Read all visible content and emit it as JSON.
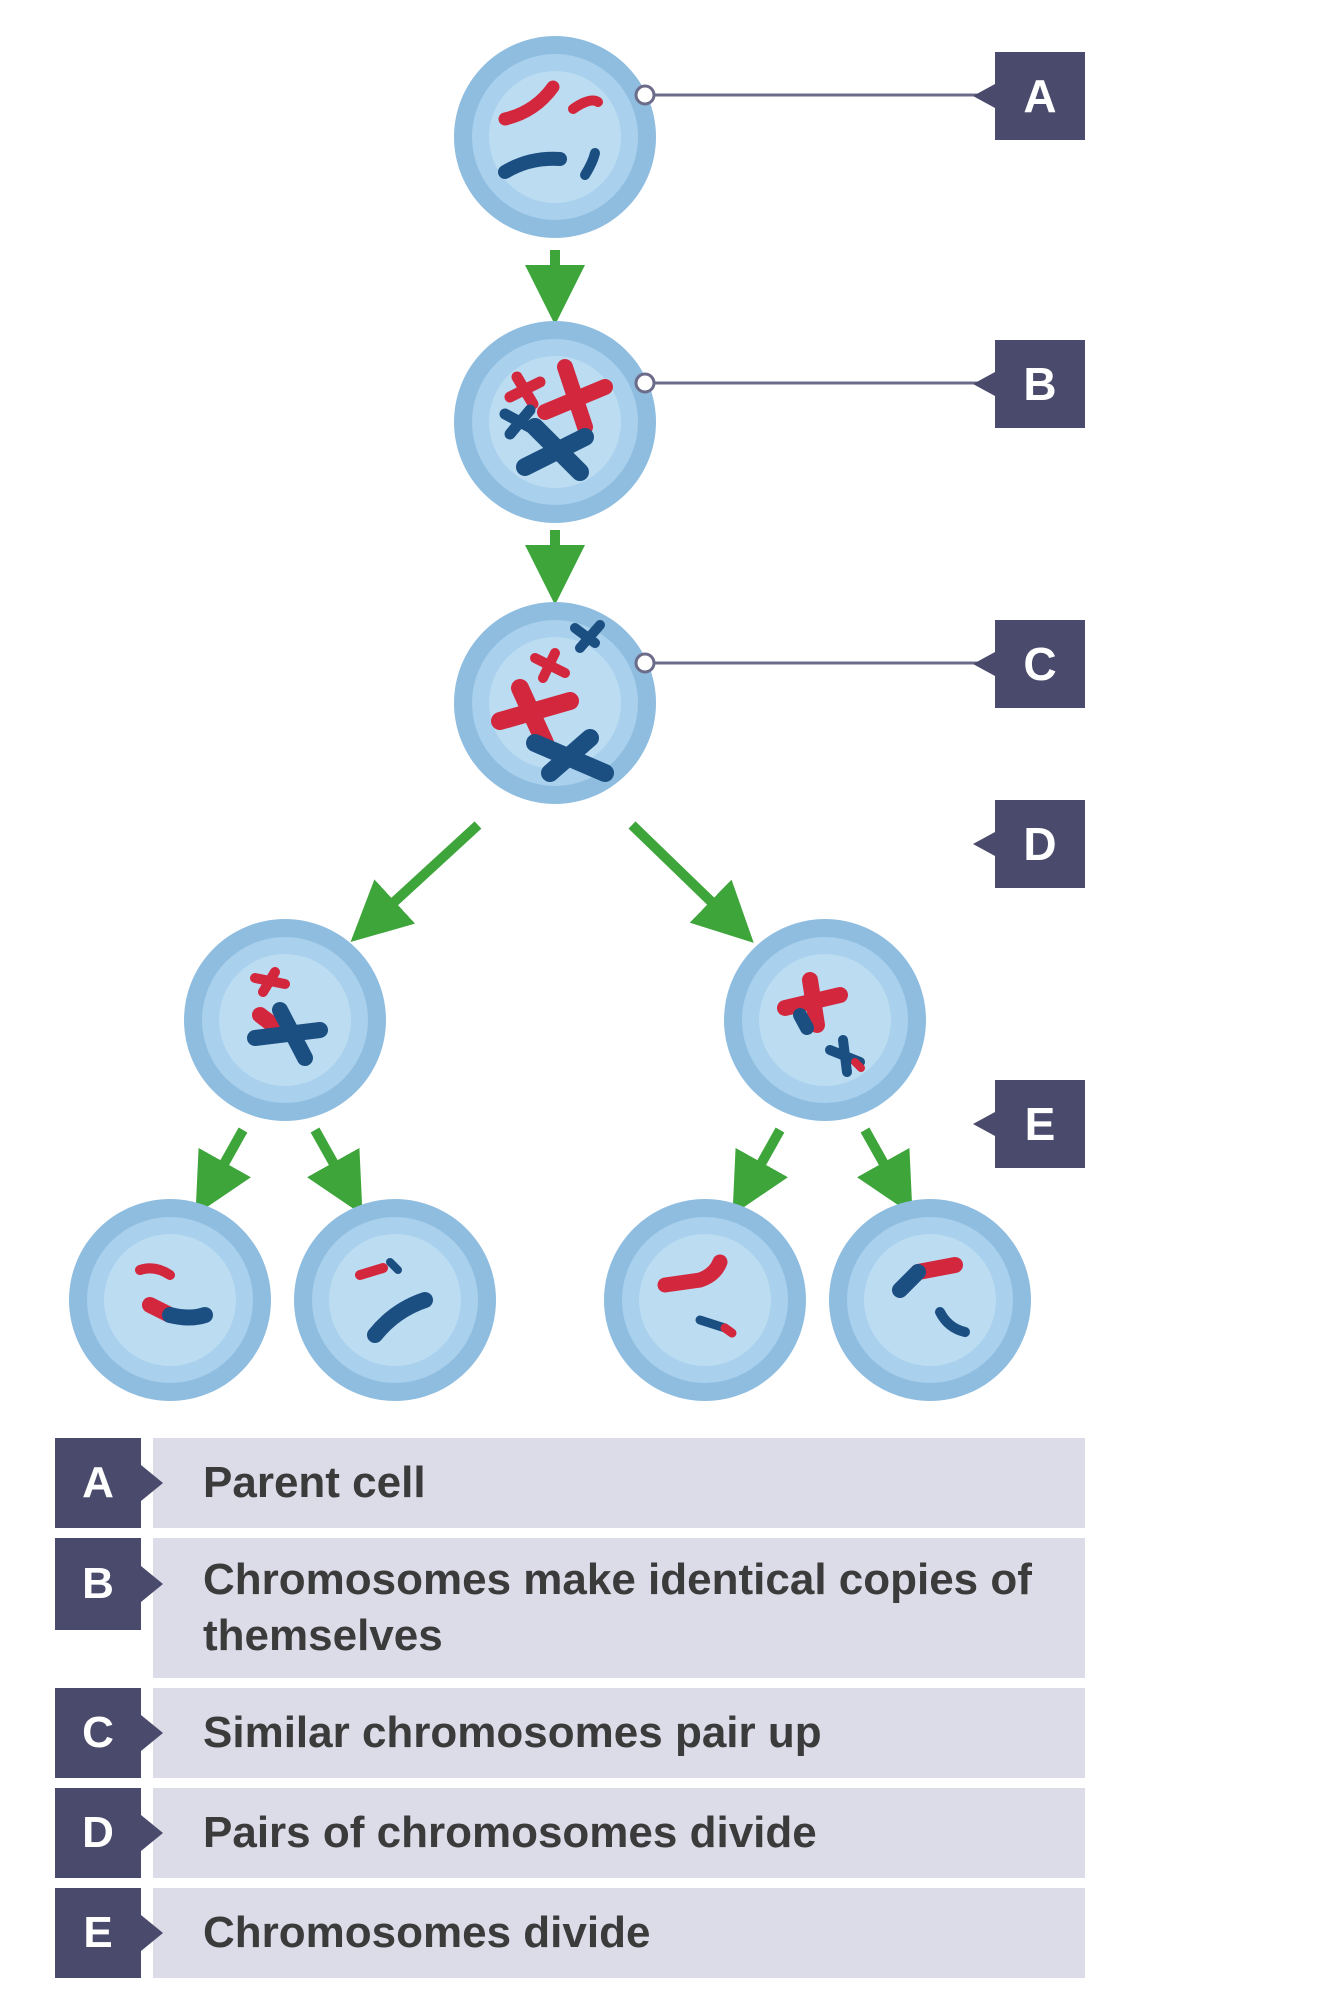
{
  "tags": {
    "a": "A",
    "b": "B",
    "c": "C",
    "d": "D",
    "e": "E"
  },
  "legend": [
    {
      "letter": "A",
      "text": "Parent cell"
    },
    {
      "letter": "B",
      "text": "Chromosomes make identical copies of themselves"
    },
    {
      "letter": "C",
      "text": "Similar chromosomes pair up"
    },
    {
      "letter": "D",
      "text": "Pairs of chromosomes divide"
    },
    {
      "letter": "E",
      "text": "Chromosomes divide"
    }
  ],
  "colors": {
    "cell_outer": "#8fbde0",
    "cell_mid": "#a9d0ec",
    "cell_inner": "#bcdcf2",
    "chromosome_red": "#d3273d",
    "chromosome_blue": "#1b4f82",
    "arrow_green": "#3ea53b",
    "tag_bg": "#4a4b6c",
    "legend_bg": "#dcdbe8"
  }
}
